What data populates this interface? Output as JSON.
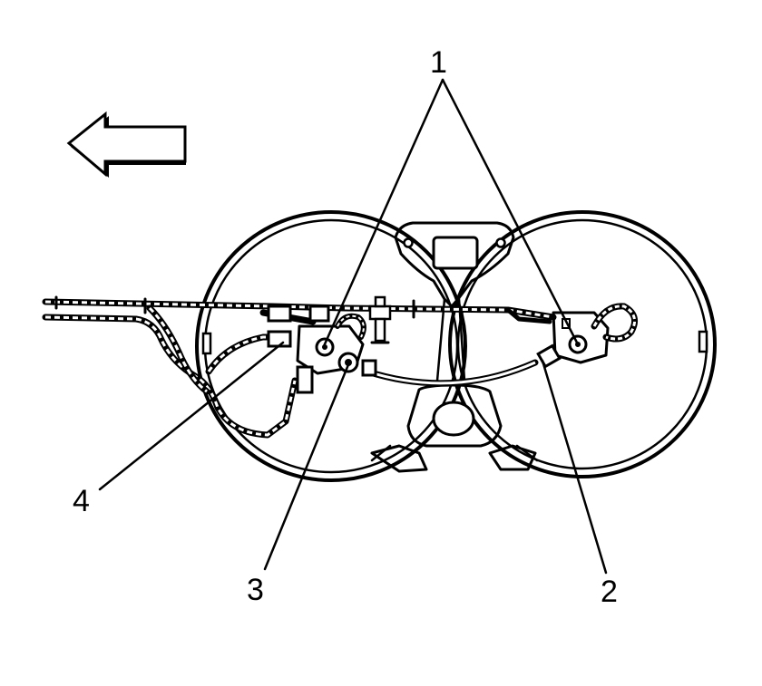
{
  "diagram": {
    "callouts": [
      {
        "id": "1",
        "label": "1"
      },
      {
        "id": "2",
        "label": "2"
      },
      {
        "id": "3",
        "label": "3"
      },
      {
        "id": "4",
        "label": "4"
      }
    ],
    "direction_arrow": {
      "icon": "left-arrow-icon",
      "direction": "left"
    },
    "colors": {
      "line": "#000000",
      "background": "#ffffff"
    }
  }
}
